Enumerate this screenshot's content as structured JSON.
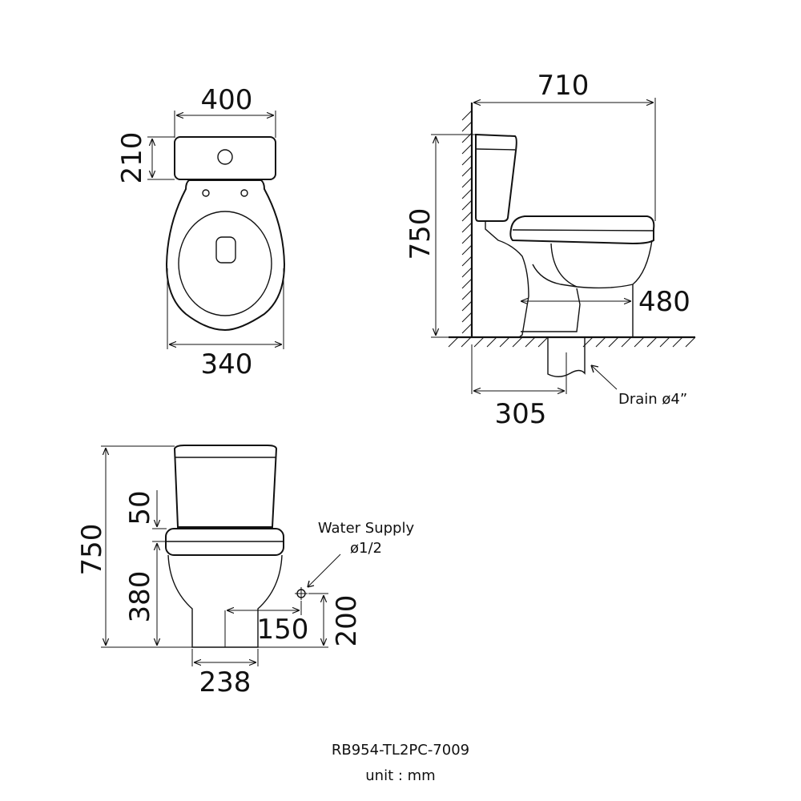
{
  "top_view": {
    "width_top": "400",
    "tank_depth": "210",
    "bowl_width": "340"
  },
  "side_view": {
    "overall_depth": "710",
    "height": "750",
    "seat_to_outlet": "480",
    "rough_in": "305",
    "drain_label": "Drain ø4”"
  },
  "front_view": {
    "height": "750",
    "seat_gap": "50",
    "seat_height": "380",
    "supply_offset": "150",
    "supply_height": "200",
    "base_width": "238",
    "water_supply_label": "Water Supply",
    "water_supply_size": "ø1/2"
  },
  "footer": {
    "model": "RB954-TL2PC-7009",
    "unit": "unit : mm"
  }
}
